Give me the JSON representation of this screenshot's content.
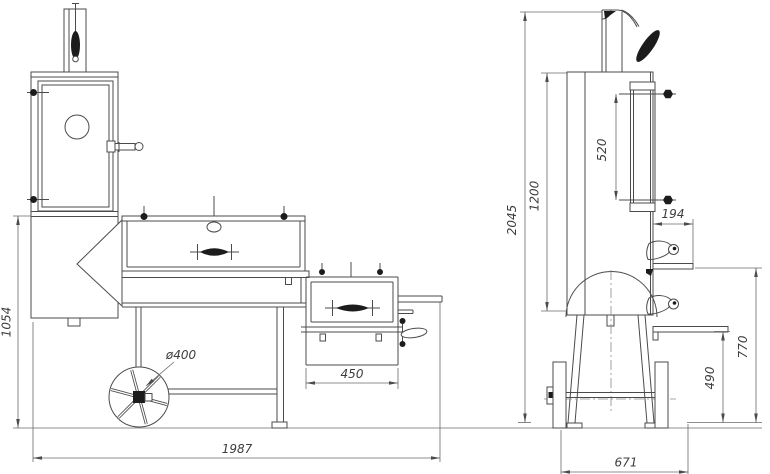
{
  "drawing": {
    "left_view": {
      "dim_height": "1054",
      "dim_overall_length": "1987",
      "dim_wheel_diameter": "ø400",
      "dim_firebox_length": "450"
    },
    "right_view": {
      "dim_overall_height": "2045",
      "dim_cabinet_height": "1200",
      "dim_door_pin_spacing": "520",
      "dim_shelf_depth": "194",
      "dim_upper_shelf_height": "770",
      "dim_lower_shelf_height": "490",
      "dim_base_width": "671"
    }
  }
}
